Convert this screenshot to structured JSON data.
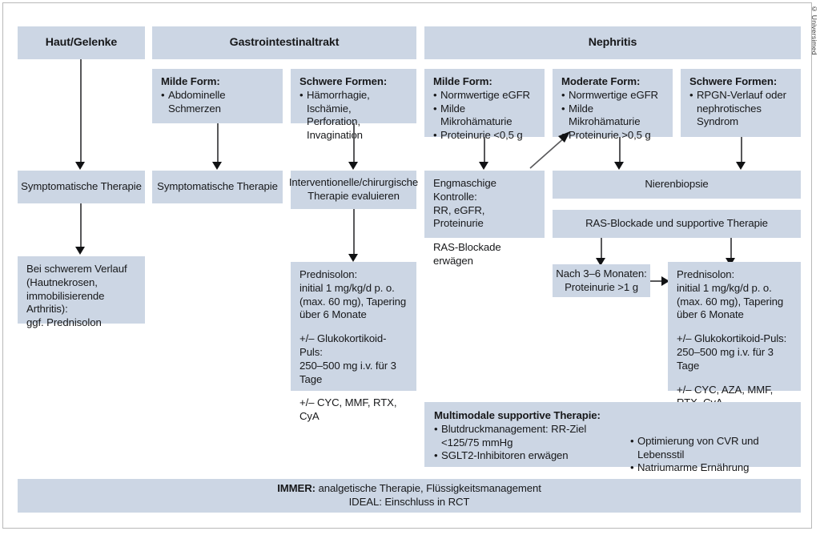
{
  "figure": {
    "copyright": "© Universimed",
    "title_columns": [
      {
        "id": "haut",
        "label": "Haut/Gelenke"
      },
      {
        "id": "gastro",
        "label": "Gastrointestinaltrakt"
      },
      {
        "id": "nephritis",
        "label": "Nephritis"
      }
    ]
  },
  "colors": {
    "box_fill": "#ccd6e4",
    "text": "#17181a",
    "connector": "#58585a",
    "frame": "#b9b9b9",
    "page": "#ffffff"
  },
  "gastro": {
    "mild": {
      "title": "Milde Form:",
      "items": [
        "Abdominelle Schmerzen"
      ]
    },
    "severe": {
      "title": "Schwere Formen:",
      "items": [
        "Hämorrhagie, Ischämie,",
        "Perforation, Invagination"
      ],
      "item_line1": "Hämorrhagie, Ischämie,",
      "item_line2": "Perforation, Invagination"
    },
    "mild_therapy": "Symptomatische Therapie",
    "severe_therapy_line1": "Interventionelle/chirurgische",
    "severe_therapy_line2": "Therapie evaluieren"
  },
  "haut": {
    "therapy": "Symptomatische Therapie",
    "severe_course": {
      "line1": "Bei schwerem Verlauf",
      "line2": "(Hautnekrosen,",
      "line3": "immobilisierende Arthritis):",
      "line4": "ggf. Prednisolon"
    }
  },
  "nephritis": {
    "mild": {
      "title": "Milde Form:",
      "items": [
        "Normwertige eGFR",
        "Milde Mikrohämaturie",
        "Proteinurie <0,5 g"
      ]
    },
    "moderate": {
      "title": "Moderate Form:",
      "items": [
        "Normwertige eGFR",
        "Milde Mikrohämaturie",
        "Proteinurie >0,5 g"
      ]
    },
    "severe": {
      "title": "Schwere Formen:",
      "item_line1": "RPGN-Verlauf oder",
      "item_line2": "nephrotisches Syndrom"
    },
    "monitoring": {
      "line1": "Engmaschige Kontrolle:",
      "line2": "RR, eGFR, Proteinurie",
      "line3": "RAS-Blockade erwägen"
    },
    "biopsy": "Nierenbiopsie",
    "ras_supportive": "RAS-Blockade und supportive Therapie",
    "followup": {
      "line1": "Nach 3–6 Monaten:",
      "line2": "Proteinurie >1 g"
    }
  },
  "prednisolon_gastro": {
    "title": "Prednisolon:",
    "line2": "initial 1 mg/kg/d p. o.",
    "line3": "(max. 60 mg), Tapering",
    "line4": "über 6 Monate",
    "pulse_line1": "+/– Glukokortikoid-Puls:",
    "pulse_line2": "250–500 mg i.v. für 3 Tage",
    "adjunct": "+/– CYC, MMF, RTX, CyA"
  },
  "prednisolon_nephritis": {
    "title": "Prednisolon:",
    "line2": "initial 1 mg/kg/d p. o.",
    "line3": "(max. 60 mg), Tapering",
    "line4": "über 6 Monate",
    "pulse_line1": "+/– Glukokortikoid-Puls:",
    "pulse_line2": "250–500 mg i.v. für 3 Tage",
    "adjunct": "+/– CYC, AZA, MMF, RTX, CyA"
  },
  "supportive": {
    "title": "Multimodale supportive Therapie:",
    "left_items": [
      "Blutdruckmanagement: RR-Ziel",
      "SGLT2-Inhibitoren erwägen"
    ],
    "left_item1_line1": "Blutdruckmanagement: RR-Ziel",
    "left_item1_line2": "<125/75 mmHg",
    "left_item2": "SGLT2-Inhibitoren erwägen",
    "right_items": [
      "Optimierung von CVR und Lebensstil",
      "Natriumarme Ernährung"
    ]
  },
  "footer": {
    "always_label": "IMMER:",
    "always_text": "analgetische Therapie, Flüssigkeitsmanagement",
    "ideal_text": "IDEAL: Einschluss in RCT"
  }
}
